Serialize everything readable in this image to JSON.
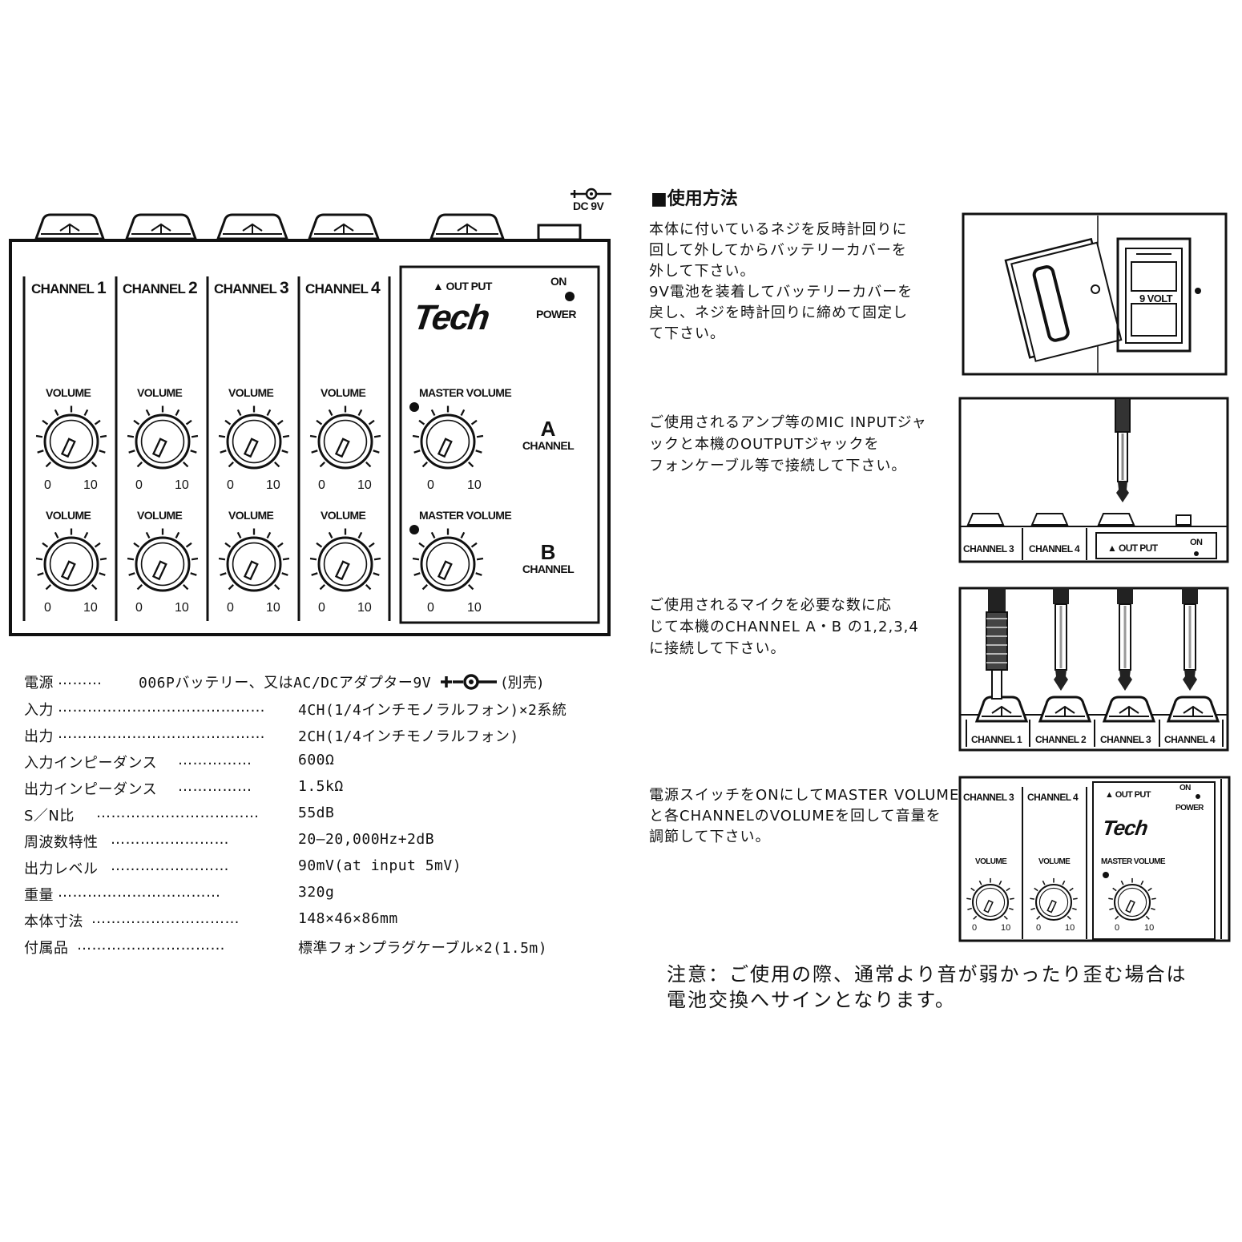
{
  "mixer": {
    "dc_label": "DC 9V",
    "channels": [
      {
        "label": "CHANNEL",
        "num": "1"
      },
      {
        "label": "CHANNEL",
        "num": "2"
      },
      {
        "label": "CHANNEL",
        "num": "3"
      },
      {
        "label": "CHANNEL",
        "num": "4"
      }
    ],
    "volume_label": "VOLUME",
    "scale_min": "0",
    "scale_max": "10",
    "output_label": "▲ OUT PUT",
    "on_label": "ON",
    "power_label": "POWER",
    "brand": "Tech",
    "master_volume_label": "MASTER VOLUME",
    "channel_a_letter": "A",
    "channel_b_letter": "B",
    "channel_word": "CHANNEL"
  },
  "specs": [
    {
      "label": "電源",
      "dots": "………",
      "value": "006Pバッテリー、又はAC/DCアダプター9V"
    },
    {
      "label": "入力",
      "dots": "……………………………………",
      "value": "4CH(1/4インチモノラルフォン)×2系統"
    },
    {
      "label": "出力",
      "dots": "……………………………………",
      "value": "2CH(1/4インチモノラルフォン)"
    },
    {
      "label": "入力インピーダンス",
      "dots": "……………",
      "value": "600Ω"
    },
    {
      "label": "出力インピーダンス",
      "dots": "……………",
      "value": "1.5kΩ"
    },
    {
      "label": "S／N比",
      "dots": "……………………………",
      "value": "55dB"
    },
    {
      "label": "周波数特性",
      "dots": "……………………",
      "value": "20—20,000Hz+2dB"
    },
    {
      "label": "出力レベル",
      "dots": "……………………",
      "value": "90mV(at input 5mV)"
    },
    {
      "label": "重量",
      "dots": "……………………………",
      "value": "320g"
    },
    {
      "label": "本体寸法",
      "dots": "…………………………",
      "value": "148×46×86mm"
    },
    {
      "label": "付属品",
      "dots": "…………………………",
      "value": "標準フォンプラグケーブル×2(1.5m)"
    }
  ],
  "spec_power_suffix": "(別売)",
  "usage": {
    "title": "■使用方法",
    "steps": [
      {
        "lines": [
          "本体に付いているネジを反時計回りに",
          "回して外してからバッテリーカバーを",
          "外して下さい。",
          "9V電池を装着してバッテリーカバーを",
          "戻し、ネジを時計回りに締めて固定し",
          "て下さい。"
        ]
      },
      {
        "lines": [
          "ご使用されるアンプ等のMIC INPUTジャ",
          "ックと本機のOUTPUTジャックを",
          "フォンケーブル等で接続して下さい。"
        ]
      },
      {
        "lines": [
          "ご使用されるマイクを必要な数に応",
          "じて本機のCHANNEL A・B の1,2,3,4",
          "に接続して下さい。"
        ]
      },
      {
        "lines": [
          "電源スイッチをONにしてMASTER VOLUME",
          "と各CHANNELのVOLUMEを回して音量を",
          "調節して下さい。"
        ]
      }
    ],
    "battery_label": "9 VOLT",
    "fig2": {
      "ch3": "CHANNEL 3",
      "ch4": "CHANNEL 4",
      "out": "▲ OUT PUT",
      "on": "ON"
    },
    "fig3": {
      "labels": [
        "CHANNEL 1",
        "CHANNEL 2",
        "CHANNEL 3",
        "CHANNEL 4"
      ]
    },
    "fig4": {
      "ch3": "CHANNEL 3",
      "ch4": "CHANNEL 4",
      "out": "▲ OUT PUT",
      "on": "ON",
      "power": "POWER",
      "brand": "Tech",
      "volume": "VOLUME",
      "master": "MASTER VOLUME",
      "min": "0",
      "max": "10"
    }
  },
  "note": {
    "lines": [
      "注意：ご使用の際、通常より音が弱かったり歪む場合は",
      "電池交換へサインとなります。"
    ]
  }
}
